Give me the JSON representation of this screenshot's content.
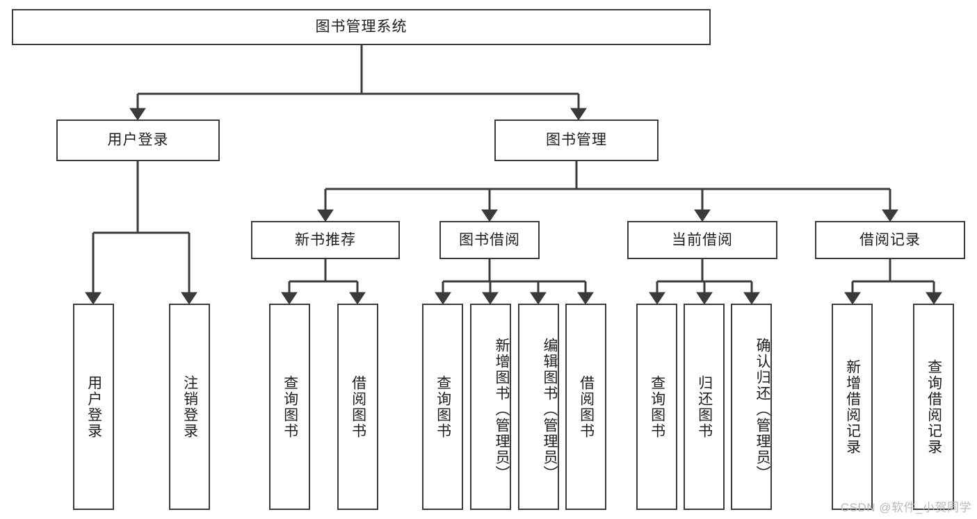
{
  "diagram": {
    "title": "图书管理系统",
    "root": {
      "label": "图书管理系统"
    },
    "level2": [
      {
        "label": "用户登录"
      },
      {
        "label": "图书管理"
      }
    ],
    "level3": [
      {
        "label": "新书推荐"
      },
      {
        "label": "图书借阅"
      },
      {
        "label": "当前借阅"
      },
      {
        "label": "借阅记录"
      }
    ],
    "leaves": {
      "user_login": [
        {
          "label": "用户登录"
        },
        {
          "label": "注销登录"
        }
      ],
      "new_book": [
        {
          "label": "查询图书"
        },
        {
          "label": "借阅图书"
        }
      ],
      "borrow_book": [
        {
          "label": "查询图书"
        },
        {
          "label": "新增图书（管理员）"
        },
        {
          "label": "编辑图书（管理员）"
        },
        {
          "label": "借阅图书"
        }
      ],
      "current_borrow": [
        {
          "label": "查询图书"
        },
        {
          "label": "归还图书"
        },
        {
          "label": "确认归还（管理员）"
        }
      ],
      "borrow_record": [
        {
          "label": "新增借阅记录"
        },
        {
          "label": "查询借阅记录"
        }
      ]
    }
  },
  "watermark": {
    "text": "CSDN @软件_小贺同学"
  },
  "colors": {
    "stroke": "#3a3a3a",
    "box_fill": "#ffffff",
    "text": "#1d1d1d",
    "watermark": "#b9b9b9"
  }
}
